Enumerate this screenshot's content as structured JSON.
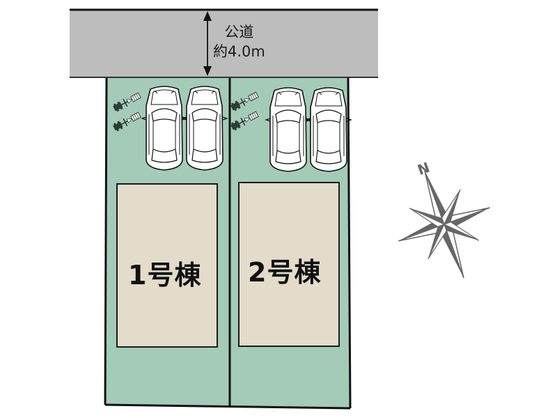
{
  "road": {
    "label_line1": "公道",
    "label_line2": "約4.0m",
    "color": "#bdbdbd"
  },
  "lots": [
    {
      "id": 1,
      "building_label": "1号棟",
      "parking": {
        "cars": 2,
        "bicycles": 2
      },
      "lot_color": "#a3cbb8",
      "building_color": "#e3dccb"
    },
    {
      "id": 2,
      "building_label": "2号棟",
      "parking": {
        "cars": 2,
        "bicycles": 2
      },
      "lot_color": "#a3cbb8",
      "building_color": "#e3dccb"
    }
  ],
  "compass": {
    "north_label": "N",
    "color": "#666666"
  }
}
